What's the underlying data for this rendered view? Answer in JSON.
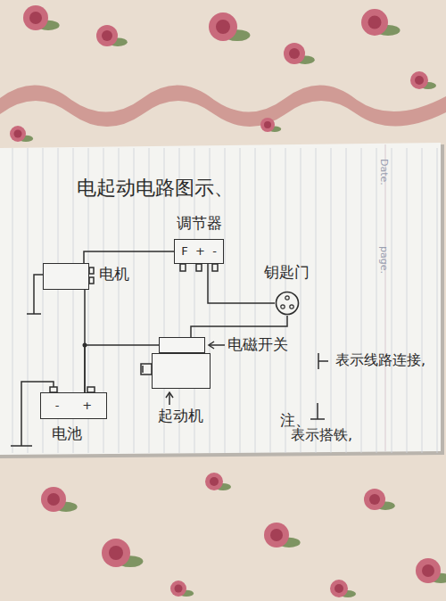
{
  "diagram": {
    "title": "电起动电路图示、",
    "nodes": [
      {
        "text": [
          "电机"
        ]
      },
      {
        "text": [
          "调节器",
          "F",
          "+",
          "-"
        ]
      },
      {
        "text": [
          "钥匙门"
        ]
      },
      {
        "text": [
          "电磁开关"
        ]
      },
      {
        "text": [
          "电池",
          "-",
          "+"
        ]
      },
      {
        "text": [
          "起动机"
        ]
      }
    ],
    "edges": [
      {
        "from": 0,
        "to": 1,
        "arrow": "none"
      },
      {
        "from": 1,
        "to": 2,
        "arrow": "none"
      },
      {
        "from": 2,
        "to": 3,
        "arrow": "none"
      },
      {
        "from": 4,
        "to": 3,
        "arrow": "none"
      },
      {
        "from": 0,
        "to": 4,
        "arrow": "none"
      }
    ],
    "labels": [
      "Date.",
      "page.",
      "注、"
    ],
    "legend": [
      {
        "text": "表示线路连接,"
      },
      {
        "text": "表示搭铁,"
      }
    ]
  }
}
